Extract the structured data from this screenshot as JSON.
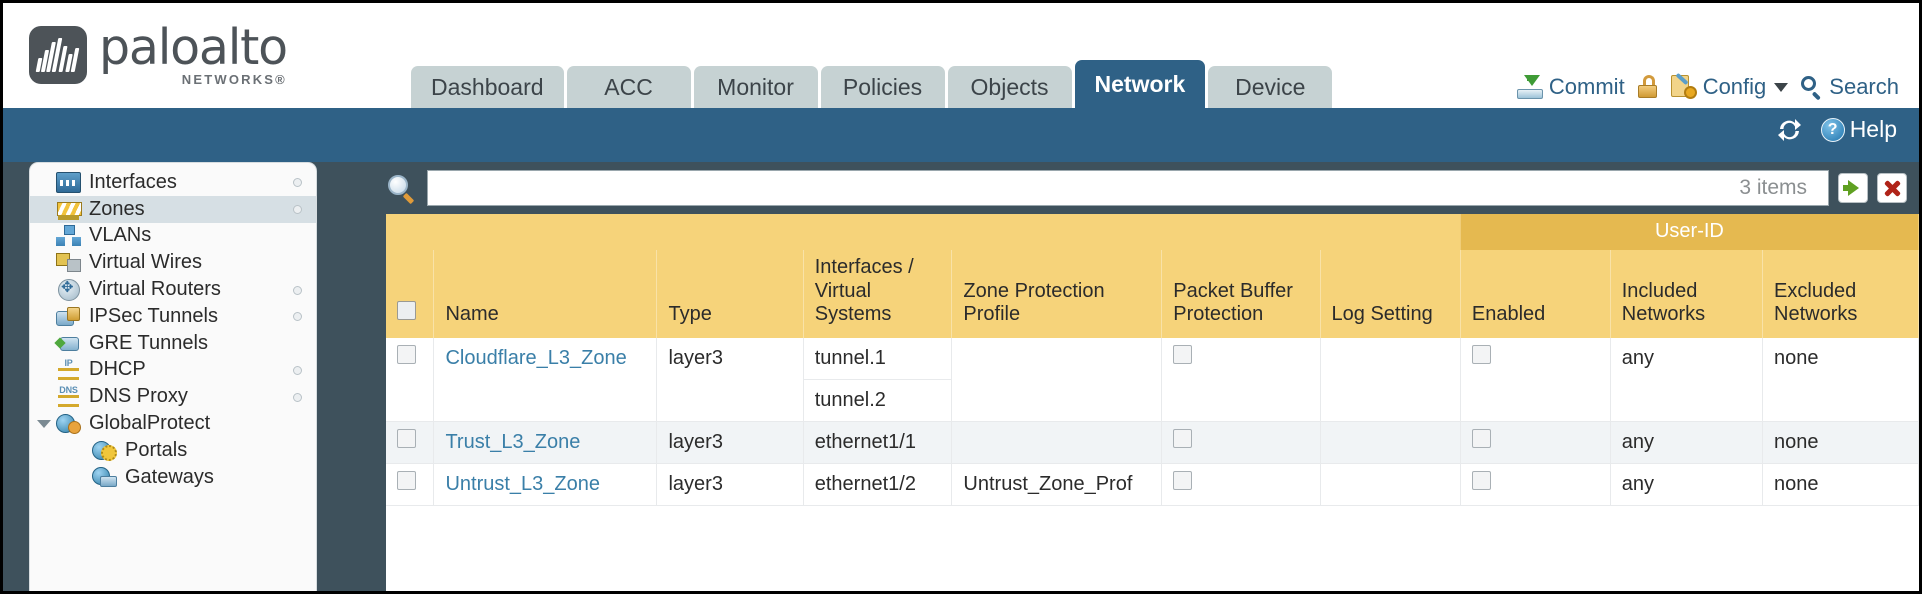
{
  "brand": {
    "name": "paloalto",
    "tagline": "NETWORKS®"
  },
  "nav": {
    "tabs": [
      {
        "label": "Dashboard",
        "active": false
      },
      {
        "label": "ACC",
        "active": false
      },
      {
        "label": "Monitor",
        "active": false
      },
      {
        "label": "Policies",
        "active": false
      },
      {
        "label": "Objects",
        "active": false
      },
      {
        "label": "Network",
        "active": true
      },
      {
        "label": "Device",
        "active": false
      }
    ]
  },
  "top_actions": {
    "commit_label": "Commit",
    "commit_icon": "commit-download-icon",
    "lock_icon": "padlock-icon",
    "config_label": "Config",
    "config_icon": "config-wrench-icon",
    "config_caret": "chevron-down-icon",
    "search_label": "Search",
    "search_icon": "search-icon"
  },
  "subbar": {
    "refresh_icon": "refresh-icon",
    "help_label": "Help",
    "help_icon": "question-mark-icon"
  },
  "sidebar": {
    "items": [
      {
        "label": "Interfaces",
        "icon": "interfaces-icon",
        "icon_class": "ni-interfaces",
        "selected": false,
        "dot": true,
        "child": false,
        "twisty": false
      },
      {
        "label": "Zones",
        "icon": "zones-icon",
        "icon_class": "ni-zones",
        "selected": true,
        "dot": true,
        "child": false,
        "twisty": false
      },
      {
        "label": "VLANs",
        "icon": "vlans-icon",
        "icon_class": "ni-vlans",
        "selected": false,
        "dot": false,
        "child": false,
        "twisty": false
      },
      {
        "label": "Virtual Wires",
        "icon": "virtual-wires-icon",
        "icon_class": "ni-vwires",
        "selected": false,
        "dot": false,
        "child": false,
        "twisty": false
      },
      {
        "label": "Virtual Routers",
        "icon": "virtual-routers-icon",
        "icon_class": "ni-vrouters",
        "selected": false,
        "dot": true,
        "child": false,
        "twisty": false
      },
      {
        "label": "IPSec Tunnels",
        "icon": "ipsec-tunnels-icon",
        "icon_class": "ni-ipsec",
        "selected": false,
        "dot": true,
        "child": false,
        "twisty": false
      },
      {
        "label": "GRE Tunnels",
        "icon": "gre-tunnels-icon",
        "icon_class": "ni-gre",
        "selected": false,
        "dot": false,
        "child": false,
        "twisty": false
      },
      {
        "label": "DHCP",
        "icon": "dhcp-icon",
        "icon_class": "ni-dhcp",
        "selected": false,
        "dot": true,
        "child": false,
        "twisty": false,
        "badge": "IP"
      },
      {
        "label": "DNS Proxy",
        "icon": "dns-proxy-icon",
        "icon_class": "ni-dns",
        "selected": false,
        "dot": true,
        "child": false,
        "twisty": false,
        "badge": "DNS"
      },
      {
        "label": "GlobalProtect",
        "icon": "globalprotect-icon",
        "icon_class": "ni-gp",
        "selected": false,
        "dot": false,
        "child": false,
        "twisty": true
      },
      {
        "label": "Portals",
        "icon": "portals-icon",
        "icon_class": "ni-portal",
        "selected": false,
        "dot": false,
        "child": true,
        "twisty": false
      },
      {
        "label": "Gateways",
        "icon": "gateways-icon",
        "icon_class": "ni-gw",
        "selected": false,
        "dot": false,
        "child": true,
        "twisty": false
      }
    ]
  },
  "filter": {
    "icon": "filter-search-icon",
    "value": "",
    "placeholder": "",
    "items_count": "3 items",
    "apply_icon": "green-arrow-apply-icon",
    "clear_icon": "red-x-clear-icon"
  },
  "table": {
    "group_header": {
      "label": "User-ID",
      "span": 3
    },
    "columns": [
      "Name",
      "Type",
      "Interfaces / Virtual Systems",
      "Zone Protection Profile",
      "Packet Buffer Protection",
      "Log Setting",
      "Enabled",
      "Included Networks",
      "Excluded Networks"
    ],
    "rows": [
      {
        "selected": false,
        "name": "Cloudflare_L3_Zone",
        "type": "layer3",
        "interfaces": [
          "tunnel.1",
          "tunnel.2"
        ],
        "zone_protection_profile": "",
        "packet_buffer_protection": false,
        "log_setting": "",
        "userid_enabled": false,
        "included_networks": "any",
        "excluded_networks": "none"
      },
      {
        "selected": false,
        "name": "Trust_L3_Zone",
        "type": "layer3",
        "interfaces": [
          "ethernet1/1"
        ],
        "zone_protection_profile": "",
        "packet_buffer_protection": false,
        "log_setting": "",
        "userid_enabled": false,
        "included_networks": "any",
        "excluded_networks": "none"
      },
      {
        "selected": false,
        "name": "Untrust_L3_Zone",
        "type": "layer3",
        "interfaces": [
          "ethernet1/2"
        ],
        "zone_protection_profile": "Untrust_Zone_Prof",
        "packet_buffer_protection": false,
        "log_setting": "",
        "userid_enabled": false,
        "included_networks": "any",
        "excluded_networks": "none"
      }
    ]
  },
  "colors": {
    "brand_blue": "#2f6186",
    "header_gold": "#f6d37a",
    "group_gold": "#e5b950",
    "link_blue": "#3a7fa8",
    "body_slate": "#3e515c"
  }
}
